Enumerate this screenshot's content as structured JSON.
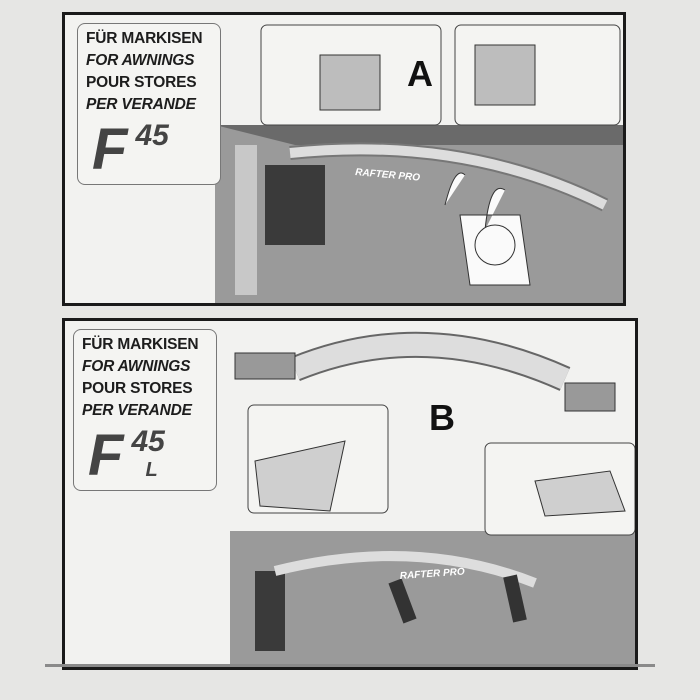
{
  "panel_a": {
    "labels": [
      "FÜR MARKISEN",
      "FOR AWNINGS",
      "POUR STORES",
      "PER VERANDE"
    ],
    "logo": {
      "letter": "F",
      "number": "45",
      "suffix": ""
    },
    "step": "A",
    "rail_text": "RAFTER PRO"
  },
  "panel_b": {
    "labels": [
      "FÜR MARKISEN",
      "FOR AWNINGS",
      "POUR STORES",
      "PER VERANDE"
    ],
    "logo": {
      "letter": "F",
      "number": "45",
      "suffix": "L"
    },
    "step": "B",
    "rail_text": "RAFTER PRO"
  }
}
